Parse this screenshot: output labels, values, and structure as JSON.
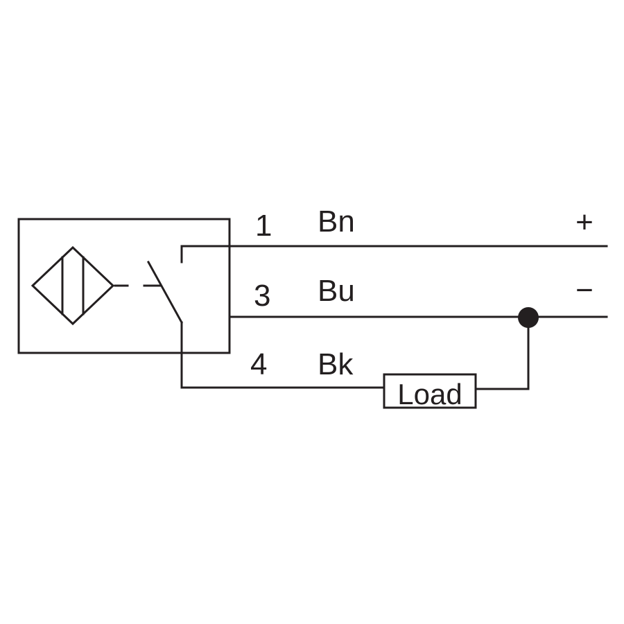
{
  "wires": [
    {
      "pin": "1",
      "color_code": "Bn",
      "polarity": "+"
    },
    {
      "pin": "3",
      "color_code": "Bu",
      "polarity": "−"
    },
    {
      "pin": "4",
      "color_code": "Bk",
      "polarity": ""
    }
  ],
  "load_label": "Load",
  "colors": {
    "line": "#231f20",
    "background": "#ffffff"
  },
  "icons": {
    "sensor": "inductive-sensor-symbol",
    "switch": "normally-open-switch",
    "junction": "junction-dot"
  }
}
